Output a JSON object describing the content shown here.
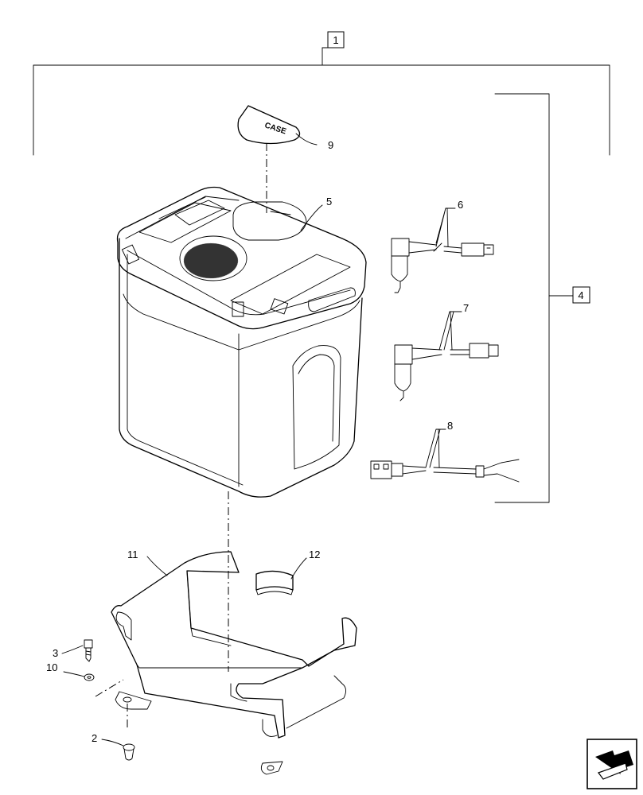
{
  "callouts": {
    "c1": "1",
    "c2": "2",
    "c3": "3",
    "c4": "4",
    "c5": "5",
    "c6": "6",
    "c7": "7",
    "c8": "8",
    "c9": "9",
    "c10": "10",
    "c11": "11",
    "c12": "12"
  },
  "decal_text": "CASE",
  "icons": {
    "nav": "return-arrow-icon"
  }
}
